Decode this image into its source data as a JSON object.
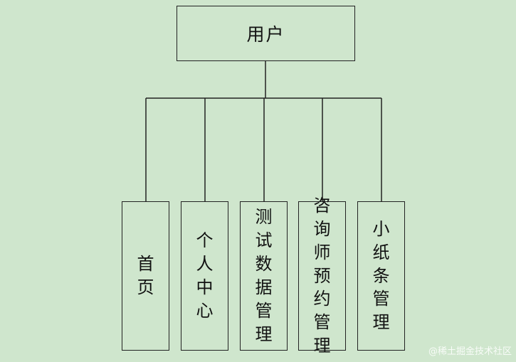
{
  "root": {
    "label": "用户"
  },
  "children": [
    {
      "label": "首页"
    },
    {
      "label": "个人中心"
    },
    {
      "label": "测试数据管理"
    },
    {
      "label": "咨询师预约管理"
    },
    {
      "label": "小纸条管理"
    }
  ],
  "watermark": "@稀土掘金技术社区",
  "colors": {
    "background": "#cfe6cd",
    "line": "#222222"
  }
}
